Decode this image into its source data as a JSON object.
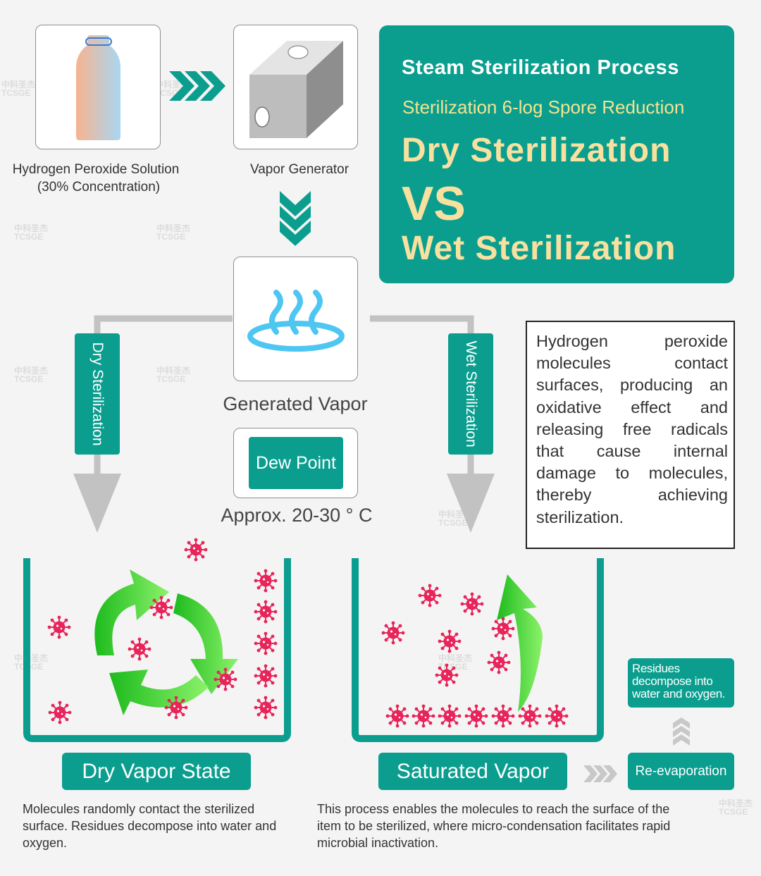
{
  "title_box": {
    "title": "Steam Sterilization Process",
    "subtitle": "Sterilization 6-log Spore Reduction",
    "line1": "Dry Sterilization",
    "vs": "VS",
    "line2": "Wet Sterilization"
  },
  "steps": {
    "solution_label_1": "Hydrogen Peroxide Solution",
    "solution_label_2": "(30% Concentration)",
    "generator_label": "Vapor Generator",
    "generated_vapor": "Generated Vapor",
    "dew_point": "Dew Point",
    "temperature": "Approx. 20-30 ° C"
  },
  "branches": {
    "dry": "Dry Sterilization",
    "wet": "Wet Sterilization"
  },
  "description": "Hydrogen peroxide molecules contact surfaces, producing an oxidative effect and releasing free radicals that cause internal damage to molecules, thereby achieving sterilization.",
  "dry_state": {
    "label": "Dry Vapor State",
    "text": "Molecules randomly contact the sterilized surface. Residues decompose into water and oxygen."
  },
  "wet_state": {
    "label": "Saturated Vapor",
    "text": "This process enables the molecules to reach the surface of the item to be sterilized, where micro-condensation facilitates rapid microbial inactivation."
  },
  "re_evaporation": "Re-evaporation",
  "residues": "Residues decompose into water and oxygen.",
  "watermark": {
    "cn": "中科圣杰",
    "en": "TCSGE"
  },
  "colors": {
    "teal": "#0b9e8f",
    "cream": "#f8e1a0",
    "virus": "#e8245a",
    "green": "#2fd11e",
    "steam": "#4ec6f2"
  }
}
